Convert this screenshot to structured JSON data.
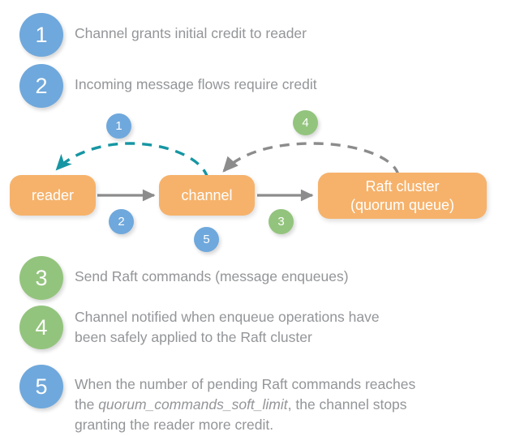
{
  "palette": {
    "blue": "#6fa8dc",
    "green": "#93c47d",
    "orange": "#f6b26b",
    "teal": "#1696a3",
    "gray": "#8c8c8c",
    "text_gray": "#939598",
    "background": "#ffffff"
  },
  "legend": {
    "items": [
      {
        "number": "1",
        "color": "blue",
        "text": "Channel grants initial credit to reader"
      },
      {
        "number": "2",
        "color": "blue",
        "text": "Incoming message flows require credit"
      },
      {
        "number": "3",
        "color": "green",
        "text": "Send Raft commands (message enqueues)"
      },
      {
        "number": "4",
        "color": "green",
        "text": "Channel notified when enqueue operations have\nbeen safely applied to the Raft cluster"
      },
      {
        "number": "5",
        "color": "blue",
        "text_before": "When the number of pending Raft commands reaches\nthe ",
        "text_emphasis": "quorum_commands_soft_limit",
        "text_after": ", the channel stops\ngranting the reader more credit."
      }
    ]
  },
  "diagram": {
    "nodes": [
      {
        "id": "reader",
        "label": "reader"
      },
      {
        "id": "channel",
        "label": "channel"
      },
      {
        "id": "raft",
        "label": "Raft cluster\n(quorum queue)"
      }
    ],
    "markers": [
      {
        "number": "1",
        "color": "blue",
        "for": "credit-grant-arrow"
      },
      {
        "number": "2",
        "color": "blue",
        "for": "reader-to-channel-arrow"
      },
      {
        "number": "3",
        "color": "green",
        "for": "channel-to-raft-arrow"
      },
      {
        "number": "4",
        "color": "green",
        "for": "raft-to-channel-arrow"
      },
      {
        "number": "5",
        "color": "blue",
        "for": "channel-node"
      }
    ],
    "arrows": [
      {
        "id": "credit-grant-arrow",
        "style": "dashed",
        "color": "teal",
        "from": "channel",
        "to": "reader"
      },
      {
        "id": "reader-to-channel-arrow",
        "style": "solid",
        "color": "gray",
        "from": "reader",
        "to": "channel"
      },
      {
        "id": "channel-to-raft-arrow",
        "style": "solid",
        "color": "gray",
        "from": "channel",
        "to": "raft"
      },
      {
        "id": "raft-to-channel-arrow",
        "style": "dashed",
        "color": "gray",
        "from": "raft",
        "to": "channel"
      }
    ]
  }
}
